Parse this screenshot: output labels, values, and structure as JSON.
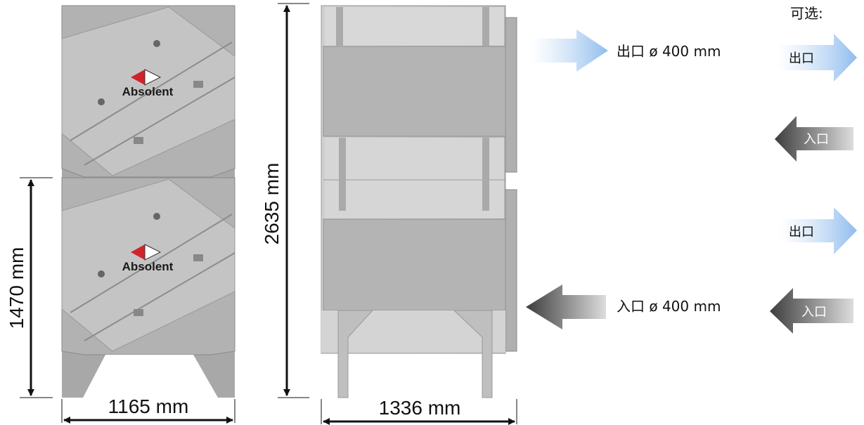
{
  "front_view": {
    "width_dim": "1165 mm",
    "height_dim": "1470 mm",
    "logo_text": "Absolent"
  },
  "side_view": {
    "width_dim": "1336 mm",
    "height_dim": "2635 mm",
    "outlet_label": "出口 ø 400 mm",
    "inlet_label": "入口 ø 400 mm"
  },
  "options": {
    "title": "可选:",
    "items": [
      {
        "label": "出口",
        "direction": "right",
        "color": "#9bc3ee"
      },
      {
        "label": "入口",
        "direction": "left",
        "color": "#5a5a5a"
      },
      {
        "label": "出口",
        "direction": "right",
        "color": "#9bc3ee"
      },
      {
        "label": "入口",
        "direction": "left",
        "color": "#5a5a5a"
      }
    ]
  },
  "colors": {
    "panel": "#a9a9a9",
    "panel_light": "#bdbdbd",
    "outlet_arrow": "#9bc3ee",
    "inlet_arrow": "#555555",
    "logo_red": "#d2232a"
  }
}
